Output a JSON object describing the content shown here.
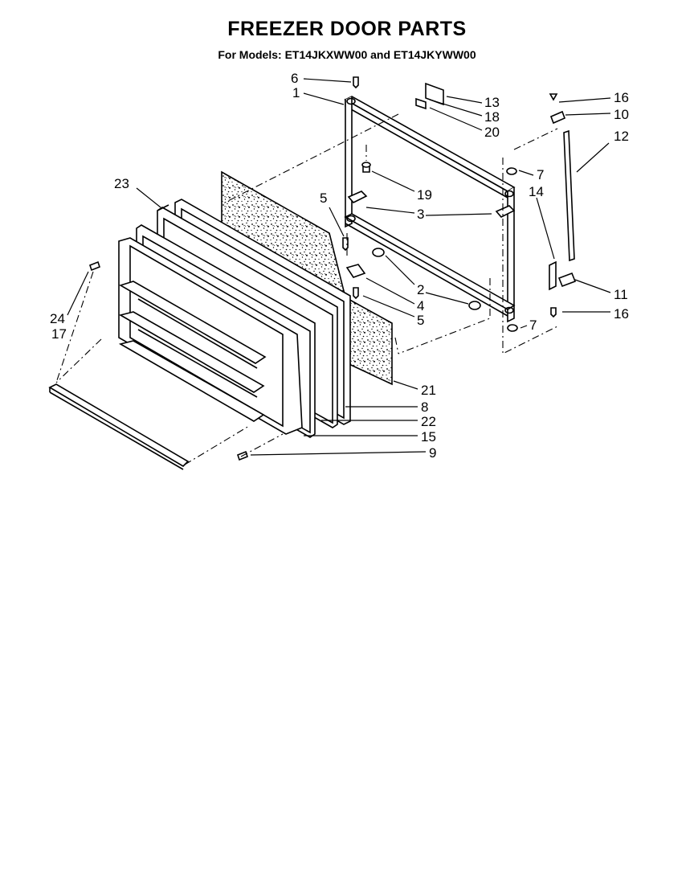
{
  "title": "FREEZER DOOR PARTS",
  "subtitle": "For Models: ET14JKXWW00 and ET14JKYWW00",
  "callouts": [
    "6",
    "1",
    "13",
    "18",
    "20",
    "16",
    "10",
    "12",
    "7",
    "19",
    "14",
    "3",
    "5",
    "23",
    "2",
    "4",
    "5",
    "11",
    "16",
    "24",
    "17",
    "7",
    "21",
    "8",
    "22",
    "15",
    "9"
  ]
}
